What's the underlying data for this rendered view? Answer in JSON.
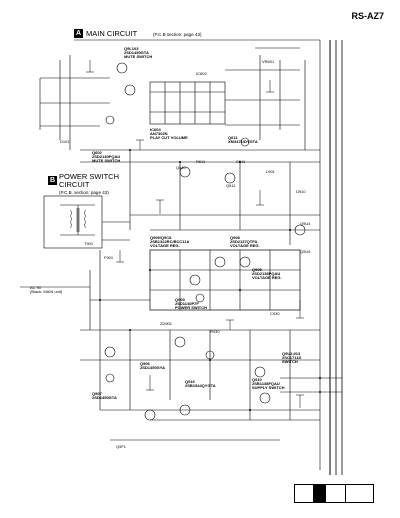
{
  "page": {
    "model": "RS-AZ7"
  },
  "sections": [
    {
      "tag": "A",
      "title": "MAIN CIRCUIT",
      "subtitle": "(P.C.B.section: page 43)"
    },
    {
      "tag": "B",
      "title": "POWER SWITCH CIRCUIT",
      "subtitle": "(P.C.B. section: page 43)"
    }
  ],
  "components": {
    "q_top": [
      "Q9L103",
      "2SD1450GTA",
      "MUTE SWITCH"
    ],
    "ic_mid": [
      "IC604",
      "AN7302N",
      "PLAY CUT VOLUME"
    ],
    "q_right": [
      "Q611",
      "XM3471/DYGTA"
    ],
    "q_left_mid": [
      "Q602",
      "2SD2140PQAU",
      "MUTE SWITCH"
    ],
    "q_center1": [
      "Q909/Q9C8",
      "2SB1322RC/BCC11A",
      "VOLTAGE REG."
    ],
    "q_center2": [
      "Q908",
      "2SD2137QTFA",
      "VOLTAGE REG."
    ],
    "q_power1": [
      "Q903",
      "2SD1140P7F",
      "POWER SWITCH"
    ],
    "q_reg1": [
      "Q905",
      "2SD2136PQAU",
      "VOLTAGE REG."
    ],
    "q_bottom_left": [
      "Q907",
      "2SD1450GTA"
    ],
    "q_bottom_mid": [
      "Q906",
      "2SD1450GYA"
    ],
    "q_bottom_center": [
      "Q916",
      "2SB1544QYGTA"
    ],
    "q_bottom_right": [
      "Q910",
      "2SB1138FQAU",
      "SUPPLY SWITCH"
    ],
    "q_right2": [
      "Q9U2,913",
      "2SC1711D",
      "SWITCH"
    ],
    "power_source": [
      "AC IN",
      "(Black: MAIN unit)"
    ],
    "misc_labels": [
      "R611",
      "C611",
      "L901",
      "D910",
      "Q9U4",
      "Q9U5",
      "D101",
      "F901",
      "T901",
      "ZD901",
      "C930",
      "R930",
      "Q610",
      "Q611",
      "VR601",
      "IC602",
      "Q9F1"
    ]
  },
  "colors": {
    "ink": "#000000",
    "paper": "#ffffff",
    "tag_bg": "#000000"
  }
}
